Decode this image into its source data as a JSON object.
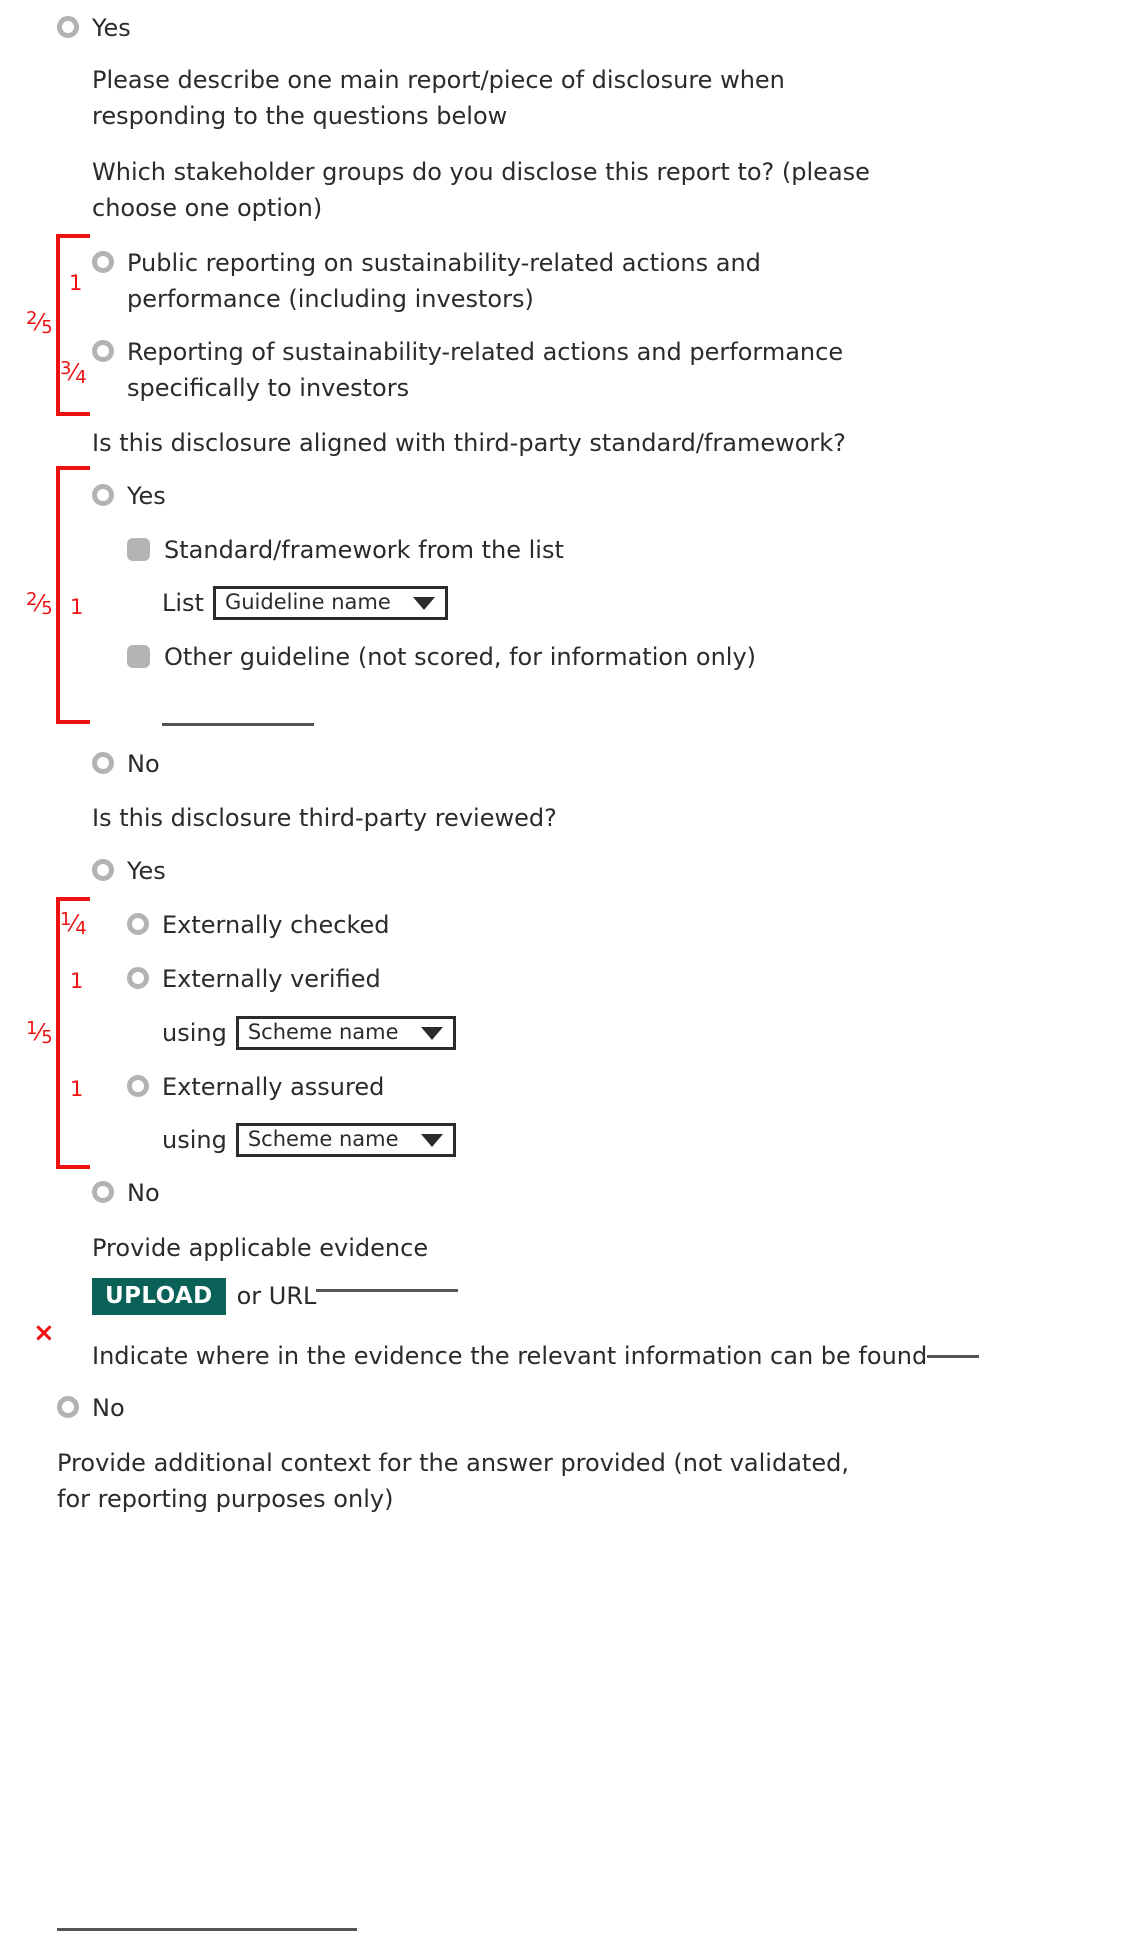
{
  "form": {
    "top_option": {
      "label": "Yes",
      "control": "radio"
    },
    "instruction": "Please describe one main report/piece of disclosure when responding to the questions below",
    "stakeholder_question": "Which stakeholder groups do you disclose this report to? (please choose one option)",
    "stakeholder_options": [
      {
        "label": "Public reporting on sustainability-related actions and performance (including investors)",
        "control": "radio"
      },
      {
        "label": "Reporting of sustainability-related actions and performance specifically to investors",
        "control": "radio"
      }
    ],
    "alignment_question": "Is this disclosure aligned with third-party standard/framework?",
    "alignment_yes": {
      "label": "Yes",
      "control": "radio"
    },
    "alignment_no": {
      "label": "No",
      "control": "radio"
    },
    "standard_checkbox": {
      "label": "Standard/framework from the list",
      "control": "checkbox"
    },
    "list_field": {
      "prefix": "List",
      "selected": "Guideline name",
      "caret": "chevron-down-icon"
    },
    "other_guideline_checkbox": {
      "label": "Other guideline (not scored, for information only)",
      "control": "checkbox"
    },
    "other_guideline_blank": "",
    "review_question": "Is this disclosure third-party reviewed?",
    "review_yes": {
      "label": "Yes",
      "control": "radio"
    },
    "review_no": {
      "label": "No",
      "control": "radio"
    },
    "review_options": [
      {
        "label": "Externally checked",
        "control": "radio",
        "scheme": null
      },
      {
        "label": "Externally verified",
        "control": "radio",
        "scheme": {
          "prefix": "using",
          "selected": "Scheme name",
          "caret": "chevron-down-icon"
        }
      },
      {
        "label": "Externally assured",
        "control": "radio",
        "scheme": {
          "prefix": "using",
          "selected": "Scheme name",
          "caret": "chevron-down-icon"
        }
      }
    ],
    "evidence_prompt": "Provide applicable evidence",
    "upload_button": "UPLOAD",
    "url_label": "or URL",
    "evidence_location_label": "Indicate where in the evidence the relevant information can be found",
    "final_no": {
      "label": "No",
      "control": "radio"
    },
    "additional_context": "Provide additional context for the answer provided (not validated, for reporting purposes only)"
  },
  "annotations": {
    "color": "#ee1111",
    "scores": [
      {
        "id": "stakeholder-outer",
        "value": "2/5",
        "numerator": "2",
        "denominator": "5"
      },
      {
        "id": "stakeholder-inner-first",
        "value": "1",
        "numerator": "1",
        "denominator": ""
      },
      {
        "id": "stakeholder-inner-second",
        "value": "3/4",
        "numerator": "3",
        "denominator": "4"
      },
      {
        "id": "alignment-outer",
        "value": "2/5",
        "numerator": "2",
        "denominator": "5"
      },
      {
        "id": "alignment-inner",
        "value": "1",
        "numerator": "1",
        "denominator": ""
      },
      {
        "id": "review-outer",
        "value": "1/5",
        "numerator": "1",
        "denominator": "5"
      },
      {
        "id": "review-checked",
        "value": "1/4",
        "numerator": "1",
        "denominator": "4"
      },
      {
        "id": "review-verified",
        "value": "1",
        "numerator": "1",
        "denominator": ""
      },
      {
        "id": "review-assured",
        "value": "1",
        "numerator": "1",
        "denominator": ""
      }
    ],
    "cross_mark": "×"
  },
  "colors": {
    "accent_red": "#ee1111",
    "upload_green": "#0a6157",
    "control_grey": "#b3b3b3",
    "text": "#2b2b2b"
  }
}
